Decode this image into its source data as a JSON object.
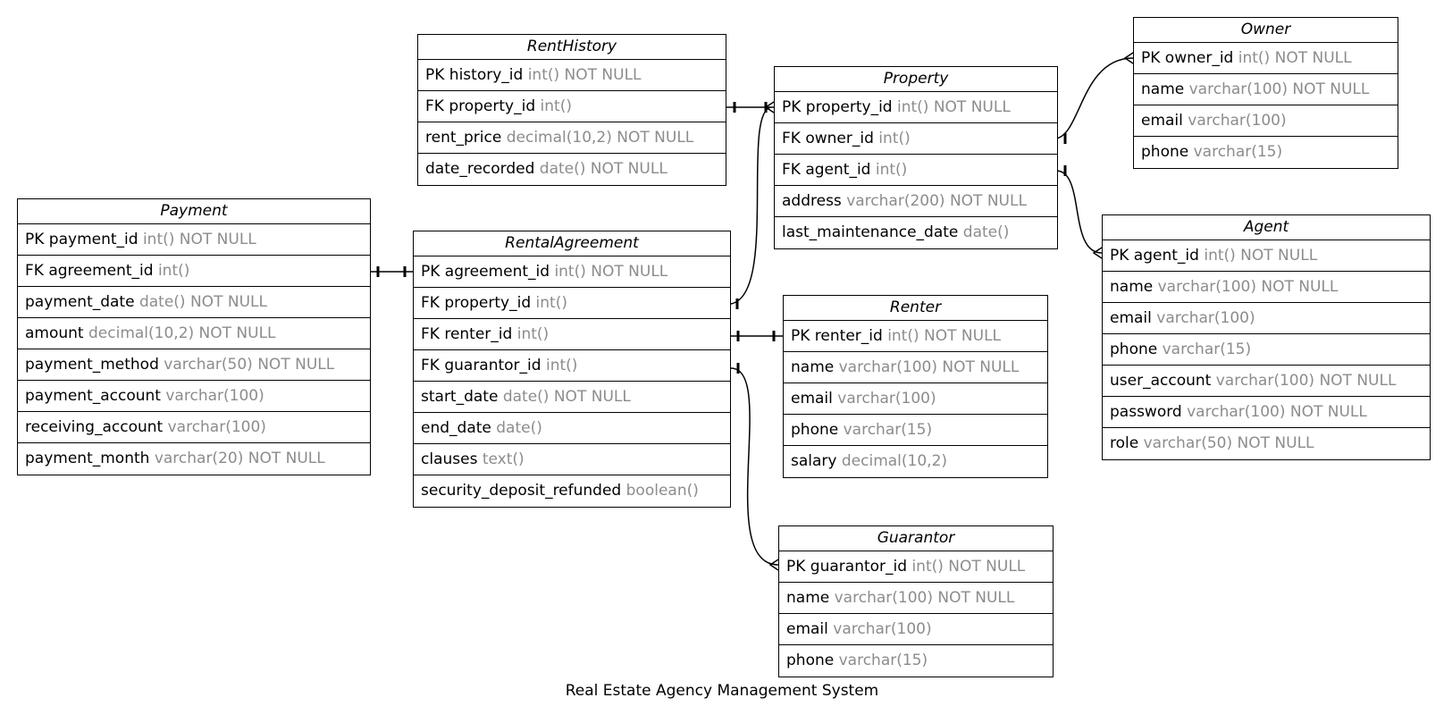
{
  "diagram_title": "Real Estate Agency Management System",
  "entities": {
    "rent_history": {
      "name": "RentHistory",
      "fields": [
        {
          "label": "PK history_id",
          "type": "int() NOT NULL"
        },
        {
          "label": "FK property_id",
          "type": "int()"
        },
        {
          "label": "rent_price",
          "type": "decimal(10,2) NOT NULL"
        },
        {
          "label": "date_recorded",
          "type": "date() NOT NULL"
        }
      ]
    },
    "property": {
      "name": "Property",
      "fields": [
        {
          "label": "PK property_id",
          "type": "int() NOT NULL"
        },
        {
          "label": "FK owner_id",
          "type": "int()"
        },
        {
          "label": "FK agent_id",
          "type": "int()"
        },
        {
          "label": "address",
          "type": "varchar(200) NOT NULL"
        },
        {
          "label": "last_maintenance_date",
          "type": "date()"
        }
      ]
    },
    "owner": {
      "name": "Owner",
      "fields": [
        {
          "label": "PK owner_id",
          "type": "int() NOT NULL"
        },
        {
          "label": "name",
          "type": "varchar(100) NOT NULL"
        },
        {
          "label": "email",
          "type": "varchar(100)"
        },
        {
          "label": "phone",
          "type": "varchar(15)"
        }
      ]
    },
    "payment": {
      "name": "Payment",
      "fields": [
        {
          "label": "PK payment_id",
          "type": "int() NOT NULL"
        },
        {
          "label": "FK agreement_id",
          "type": "int()"
        },
        {
          "label": "payment_date",
          "type": "date() NOT NULL"
        },
        {
          "label": "amount",
          "type": "decimal(10,2) NOT NULL"
        },
        {
          "label": "payment_method",
          "type": "varchar(50) NOT NULL"
        },
        {
          "label": "payment_account",
          "type": "varchar(100)"
        },
        {
          "label": "receiving_account",
          "type": "varchar(100)"
        },
        {
          "label": "payment_month",
          "type": "varchar(20) NOT NULL"
        }
      ]
    },
    "rental_agreement": {
      "name": "RentalAgreement",
      "fields": [
        {
          "label": "PK agreement_id",
          "type": "int() NOT NULL"
        },
        {
          "label": "FK property_id",
          "type": "int()"
        },
        {
          "label": "FK renter_id",
          "type": "int()"
        },
        {
          "label": "FK guarantor_id",
          "type": "int()"
        },
        {
          "label": "start_date",
          "type": "date() NOT NULL"
        },
        {
          "label": "end_date",
          "type": "date()"
        },
        {
          "label": "clauses",
          "type": "text()"
        },
        {
          "label": "security_deposit_refunded",
          "type": "boolean()"
        }
      ]
    },
    "renter": {
      "name": "Renter",
      "fields": [
        {
          "label": "PK renter_id",
          "type": "int() NOT NULL"
        },
        {
          "label": "name",
          "type": "varchar(100) NOT NULL"
        },
        {
          "label": "email",
          "type": "varchar(100)"
        },
        {
          "label": "phone",
          "type": "varchar(15)"
        },
        {
          "label": "salary",
          "type": "decimal(10,2)"
        }
      ]
    },
    "agent": {
      "name": "Agent",
      "fields": [
        {
          "label": "PK agent_id",
          "type": "int() NOT NULL"
        },
        {
          "label": "name",
          "type": "varchar(100) NOT NULL"
        },
        {
          "label": "email",
          "type": "varchar(100)"
        },
        {
          "label": "phone",
          "type": "varchar(15)"
        },
        {
          "label": "user_account",
          "type": "varchar(100) NOT NULL"
        },
        {
          "label": "password",
          "type": "varchar(100) NOT NULL"
        },
        {
          "label": "role",
          "type": "varchar(50) NOT NULL"
        }
      ]
    },
    "guarantor": {
      "name": "Guarantor",
      "fields": [
        {
          "label": "PK guarantor_id",
          "type": "int() NOT NULL"
        },
        {
          "label": "name",
          "type": "varchar(100) NOT NULL"
        },
        {
          "label": "email",
          "type": "varchar(100)"
        },
        {
          "label": "phone",
          "type": "varchar(15)"
        }
      ]
    }
  },
  "relationships": [
    {
      "from": "rent_history.property_id",
      "to": "property.property_id",
      "from_end": "one",
      "to_end": "one-or-many"
    },
    {
      "from": "property.owner_id",
      "to": "owner.owner_id",
      "from_end": "one",
      "to_end": "many"
    },
    {
      "from": "property.agent_id",
      "to": "agent.agent_id",
      "from_end": "one",
      "to_end": "many"
    },
    {
      "from": "payment.agreement_id",
      "to": "rental_agreement.agreement_id",
      "from_end": "one",
      "to_end": "one"
    },
    {
      "from": "rental_agreement.property_id",
      "to": "property.property_id",
      "from_end": "one",
      "to_end": "one-or-many"
    },
    {
      "from": "rental_agreement.renter_id",
      "to": "renter.renter_id",
      "from_end": "one",
      "to_end": "one"
    },
    {
      "from": "rental_agreement.guarantor_id",
      "to": "guarantor.guarantor_id",
      "from_end": "one",
      "to_end": "many"
    }
  ]
}
